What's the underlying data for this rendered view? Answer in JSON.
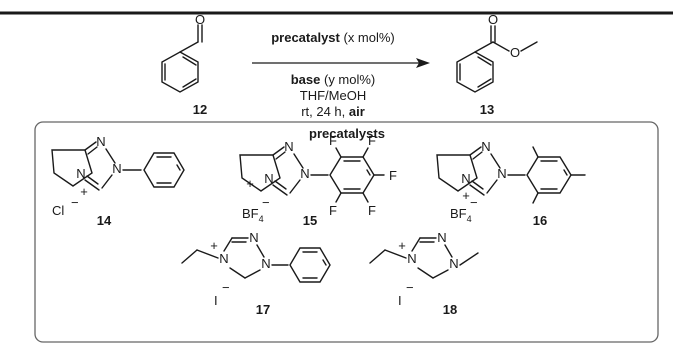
{
  "scheme": {
    "reactant": {
      "label": "12",
      "oxygen": "O"
    },
    "product": {
      "label": "13",
      "oxygen_carbonyl": "O",
      "oxygen_ester": "O"
    },
    "conditions": {
      "above_bold": "precatalyst",
      "above_rest": " (x mol%)",
      "below_bold": "base",
      "below_rest": " (y mol%)",
      "solvent": "THF/MeOH",
      "time_prefix": "rt, 24 h, ",
      "time_bold": "air"
    }
  },
  "panel": {
    "title": "precatalysts",
    "title_color": "#2457a6",
    "compounds": [
      {
        "label": "14",
        "counterion": "Cl",
        "charge_minus": "−",
        "charge_plus": "+",
        "n1": "N",
        "n2": "N",
        "n3": "N"
      },
      {
        "label": "15",
        "counterion": "BF",
        "counterion_sub": "4",
        "charge_minus": "−",
        "charge_plus": "+",
        "n1": "N",
        "n2": "N",
        "n3": "N",
        "fluorines": [
          "F",
          "F",
          "F",
          "F",
          "F"
        ]
      },
      {
        "label": "16",
        "counterion": "BF",
        "counterion_sub": "4",
        "charge_minus": "−",
        "charge_plus": "+",
        "n1": "N",
        "n2": "N",
        "n3": "N"
      },
      {
        "label": "17",
        "counterion": "I",
        "charge_minus": "−",
        "charge_plus": "+",
        "n1": "N",
        "n2": "N",
        "n3": "N"
      },
      {
        "label": "18",
        "counterion": "I",
        "charge_minus": "−",
        "charge_plus": "+",
        "n1": "N",
        "n2": "N",
        "n3": "N"
      }
    ]
  }
}
